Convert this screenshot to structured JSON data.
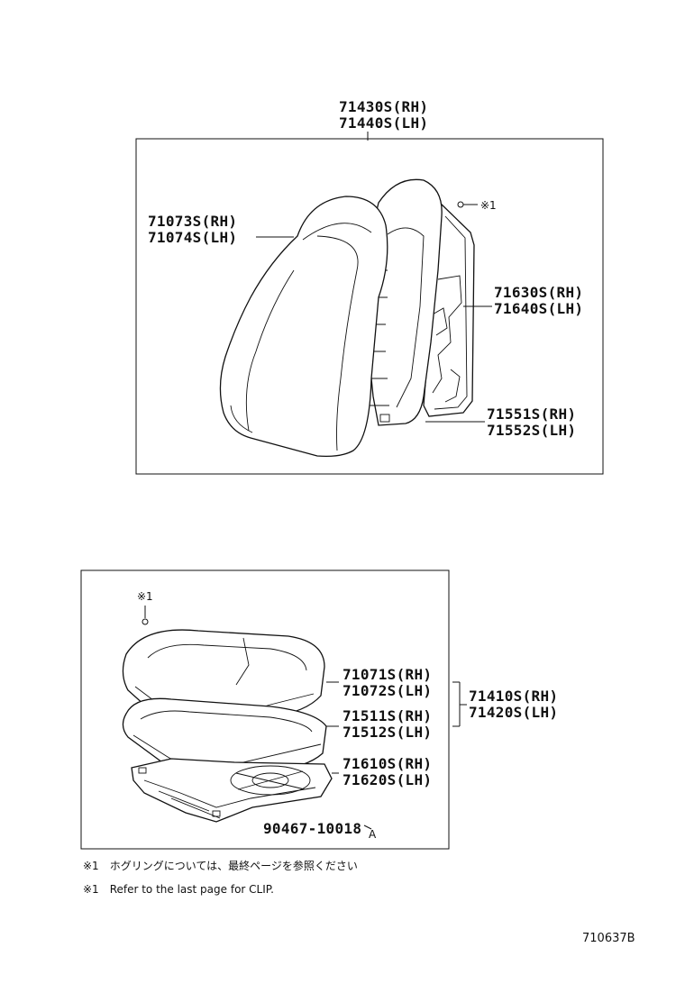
{
  "upper_assembly": {
    "assembly_label_rh": "71430S(RH)",
    "assembly_label_lh": "71440S(LH)",
    "clip_mark": "※1",
    "cover_label_rh": "71073S(RH)",
    "cover_label_lh": "71074S(LH)",
    "frame_label_rh": "71630S(RH)",
    "frame_label_lh": "71640S(LH)",
    "pad_label_rh": "71551S(RH)",
    "pad_label_lh": "71552S(LH)"
  },
  "lower_assembly": {
    "clip_mark": "※1",
    "cover_label_rh": "71071S(RH)",
    "cover_label_lh": "71072S(LH)",
    "pad_label_rh": "71511S(RH)",
    "pad_label_lh": "71512S(LH)",
    "assembly_label_rh": "71410S(RH)",
    "assembly_label_lh": "71420S(LH)",
    "frame_label_rh": "71610S(RH)",
    "frame_label_lh": "71620S(LH)",
    "screw_label": "90467-10018",
    "screw_suffix": "A"
  },
  "notes": {
    "note_jp": "※1　ホグリングについては、最終ページを参照ください",
    "note_en": "※1　Refer to the last page for CLIP."
  },
  "figure_ref": "710637B"
}
